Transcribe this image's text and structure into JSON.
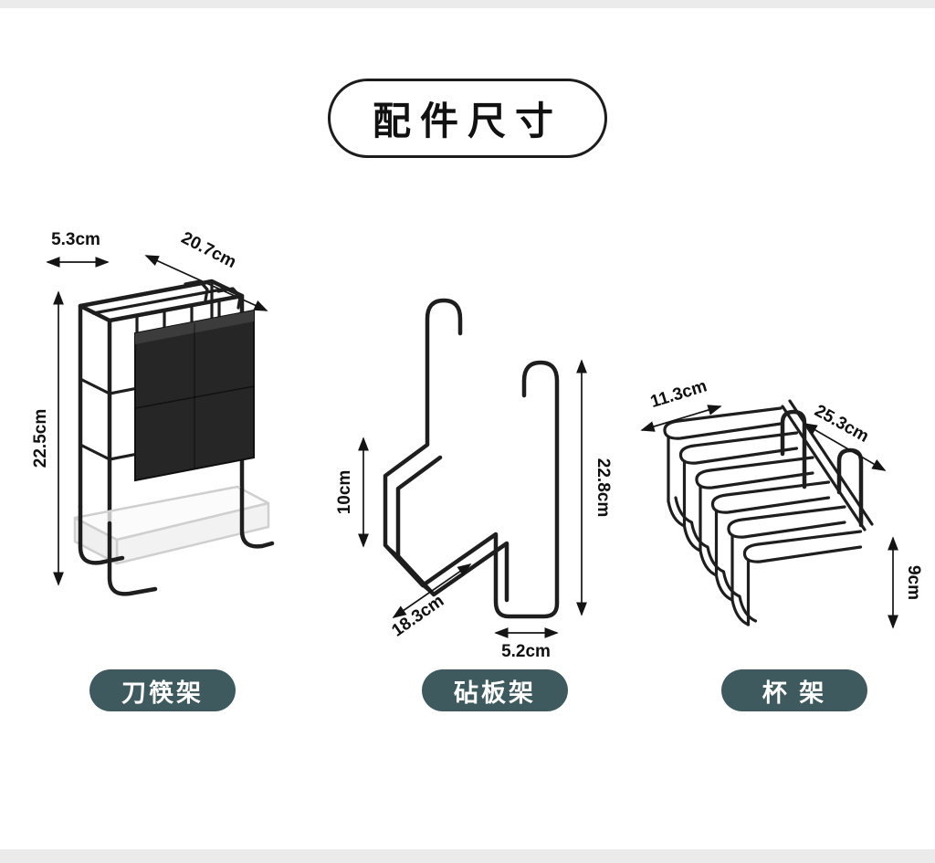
{
  "header": {
    "title": "配件尺寸"
  },
  "products": [
    {
      "label": "刀筷架",
      "dims": {
        "width": "5.3cm",
        "length": "20.7cm",
        "height": "22.5cm"
      }
    },
    {
      "label": "砧板架",
      "dims": {
        "hook_height": "10cm",
        "total_height": "22.8cm",
        "slot_depth": "18.3cm",
        "base_width": "5.2cm"
      }
    },
    {
      "label": "杯 架",
      "dims": {
        "arm_length": "11.3cm",
        "total_length": "25.3cm",
        "drop_height": "9cm"
      }
    }
  ],
  "colors": {
    "label_pill_bg": "#3e5a5e",
    "label_pill_text": "#ffffff",
    "wire": "#1e1e1e",
    "dimension": "#141414",
    "background": "#ffffff",
    "edge_strip": "#ebebeb"
  }
}
